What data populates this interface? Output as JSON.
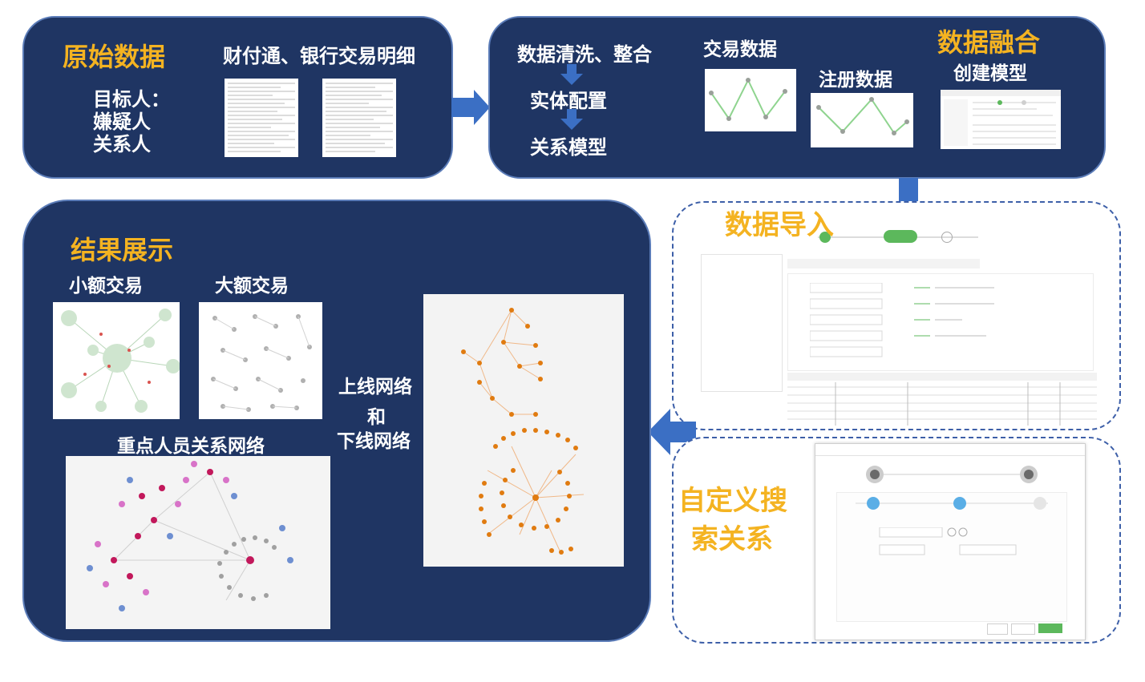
{
  "panel1": {
    "title": "原始数据",
    "subtitle": "财付通、银行交易明细",
    "target_label": "目标人：",
    "target_items": [
      "嫌疑人",
      "关系人"
    ]
  },
  "panel2": {
    "steps": [
      "数据清洗、整合",
      "实体配置",
      "关系模型"
    ],
    "trade_label": "交易数据",
    "register_label": "注册数据",
    "title": "数据融合",
    "model_label": "创建模型"
  },
  "import_box": {
    "title": "数据导入"
  },
  "search_box": {
    "title_line1": "自定义搜",
    "title_line2": "索关系"
  },
  "results": {
    "title": "结果展示",
    "small_label": "小额交易",
    "large_label": "大额交易",
    "key_label": "重点人员关系网络",
    "network_label_1": "上线网络",
    "network_label_2": "和",
    "network_label_3": "下线网络"
  },
  "colors": {
    "panel": "#1f3563",
    "gold": "#f4b321",
    "arrow": "#3b6fc4",
    "orange": "#e07b10"
  }
}
